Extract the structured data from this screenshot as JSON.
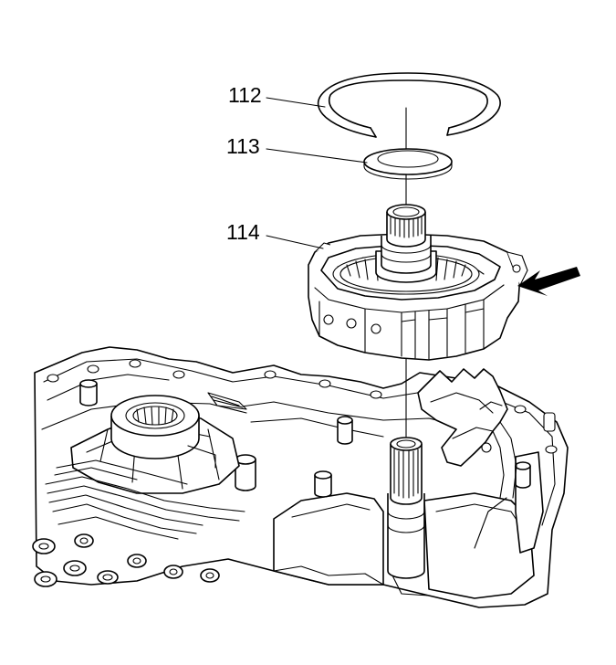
{
  "callouts": [
    {
      "id": "112",
      "label": "112"
    },
    {
      "id": "113",
      "label": "113"
    },
    {
      "id": "114",
      "label": "114"
    }
  ],
  "colors": {
    "line": "#000000",
    "background": "#ffffff"
  },
  "icons": {
    "pointer": "arrow-pointer-icon"
  }
}
